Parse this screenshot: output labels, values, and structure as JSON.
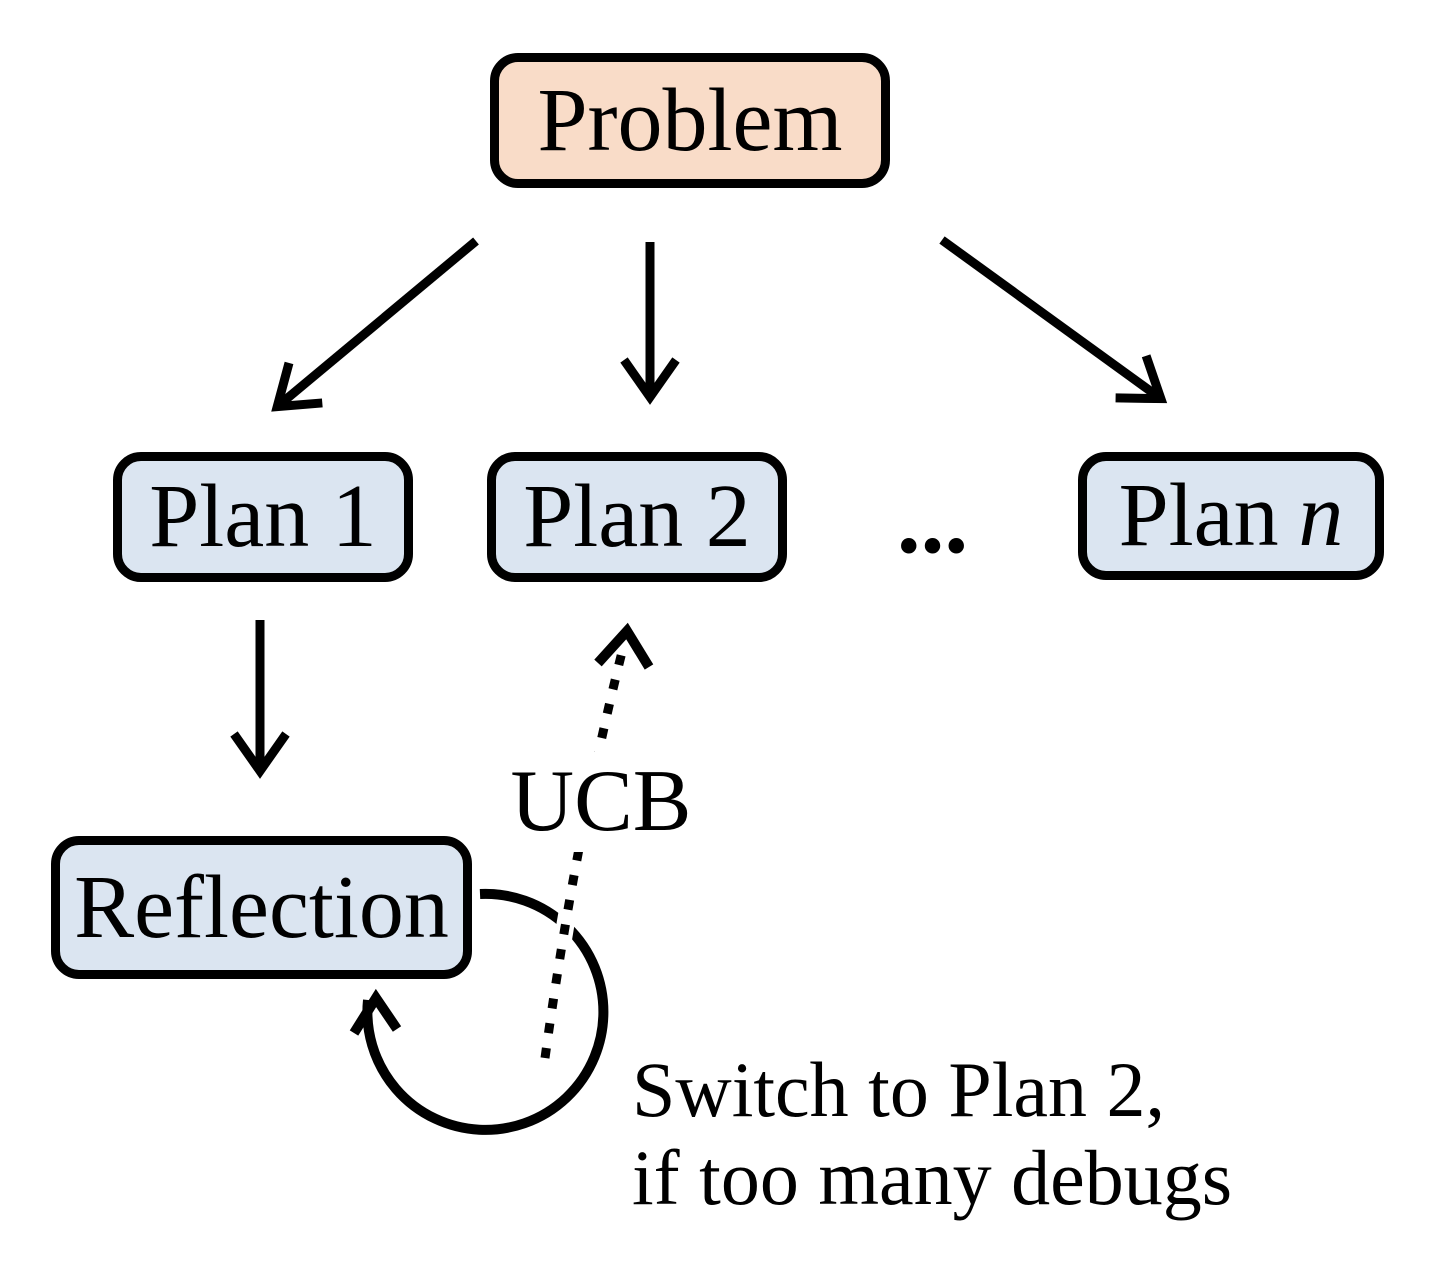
{
  "diagram": {
    "nodes": {
      "problem": {
        "label": "Problem",
        "fill": "#F9DCC8"
      },
      "plan1": {
        "label": "Plan 1",
        "fill": "#DBE5F1"
      },
      "plan2": {
        "label": "Plan 2",
        "fill": "#DBE5F1"
      },
      "plan_n": {
        "label_prefix": "Plan",
        "label_suffix_italic": "n",
        "fill": "#DBE5F1"
      },
      "reflection": {
        "label": "Reflection",
        "fill": "#DBE5F1"
      }
    },
    "ellipsis": "...",
    "labels": {
      "ucb": "UCB",
      "caption_line1": "Switch to Plan 2,",
      "caption_line2": "if too many debugs"
    },
    "colors": {
      "stroke": "#000000",
      "problem_fill": "#F9DCC8",
      "plan_fill": "#DBE5F1",
      "background": "#FFFFFF"
    }
  }
}
